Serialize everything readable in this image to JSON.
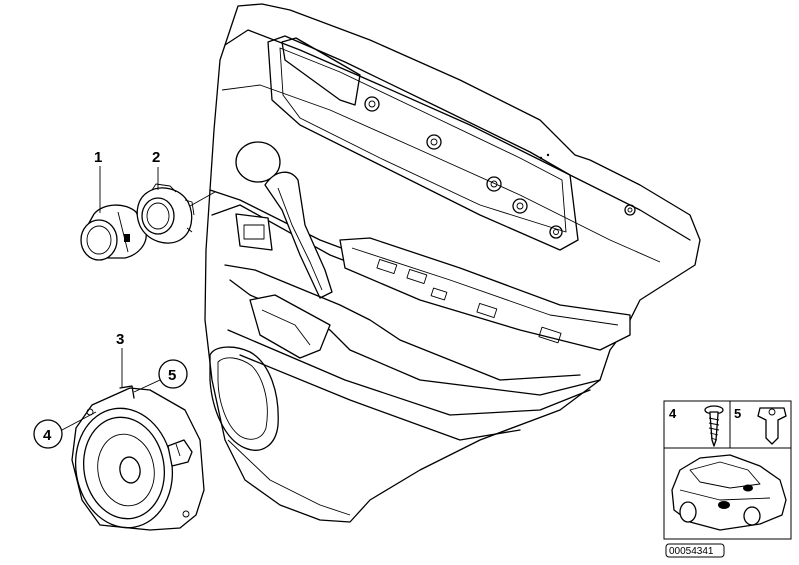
{
  "callouts": {
    "part1": "1",
    "part2": "2",
    "part3": "3",
    "part4": "4",
    "part5": "5"
  },
  "inset": {
    "label_screw": "4",
    "label_nut": "5"
  },
  "diagram_code": "00054341"
}
